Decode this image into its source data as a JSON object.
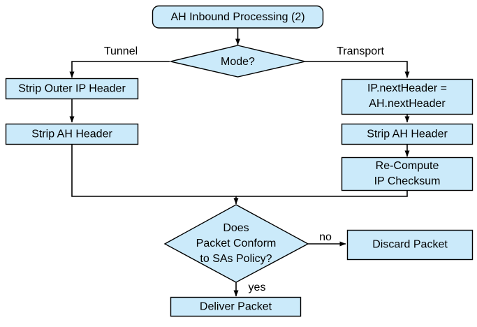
{
  "diagram": {
    "title": "AH Inbound Processing (2)",
    "background_color": "#ffffff",
    "node_fill_color": "#cbeafa",
    "node_stroke_color": "#000000",
    "text_color": "#000000",
    "nodes": {
      "start": {
        "label": "AH Inbound Processing (2)",
        "shape": "rounded-rect"
      },
      "mode_decision": {
        "label": "Mode?",
        "shape": "diamond"
      },
      "strip_outer_ip_header": {
        "label": "Strip Outer IP Header",
        "shape": "rect"
      },
      "strip_ah_header_tunnel": {
        "label": "Strip AH Header",
        "shape": "rect"
      },
      "ip_next_header": {
        "label_line1": "IP.nextHeader =",
        "label_line2": "AH.nextHeader",
        "shape": "rect"
      },
      "strip_ah_header_transport": {
        "label": "Strip AH Header",
        "shape": "rect"
      },
      "recompute_checksum": {
        "label_line1": "Re-Compute",
        "label_line2": "IP Checksum",
        "shape": "rect"
      },
      "policy_decision": {
        "label_line1": "Does",
        "label_line2": "Packet Conform",
        "label_line3": "to SAs Policy?",
        "shape": "diamond"
      },
      "discard_packet": {
        "label": "Discard Packet",
        "shape": "rect"
      },
      "deliver_packet": {
        "label": "Deliver Packet",
        "shape": "rect"
      }
    },
    "edge_labels": {
      "tunnel": "Tunnel",
      "transport": "Transport",
      "no": "no",
      "yes": "yes"
    }
  }
}
